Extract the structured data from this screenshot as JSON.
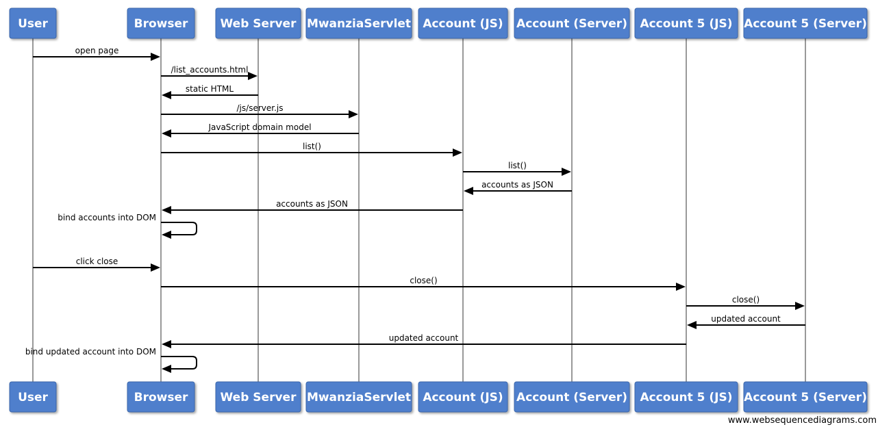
{
  "participants": [
    "User",
    "Browser",
    "Web Server",
    "MwanziaServlet",
    "Account (JS)",
    "Account (Server)",
    "Account 5 (JS)",
    "Account 5 (Server)"
  ],
  "messages": [
    {
      "from": "User",
      "to": "Browser",
      "label": "open page"
    },
    {
      "from": "Browser",
      "to": "Web Server",
      "label": "/list_accounts.html"
    },
    {
      "from": "Web Server",
      "to": "Browser",
      "label": "static HTML"
    },
    {
      "from": "Browser",
      "to": "MwanziaServlet",
      "label": "/js/server.js"
    },
    {
      "from": "MwanziaServlet",
      "to": "Browser",
      "label": "JavaScript domain model"
    },
    {
      "from": "Browser",
      "to": "Account (JS)",
      "label": "list()"
    },
    {
      "from": "Account (JS)",
      "to": "Account (Server)",
      "label": "list()"
    },
    {
      "from": "Account (Server)",
      "to": "Account (JS)",
      "label": "accounts as JSON"
    },
    {
      "from": "Account (JS)",
      "to": "Browser",
      "label": "accounts as JSON"
    },
    {
      "from": "Browser",
      "to": "Browser",
      "label": "bind accounts into DOM"
    },
    {
      "from": "User",
      "to": "Browser",
      "label": "click close"
    },
    {
      "from": "Browser",
      "to": "Account 5 (JS)",
      "label": "close()"
    },
    {
      "from": "Account 5 (JS)",
      "to": "Account 5 (Server)",
      "label": "close()"
    },
    {
      "from": "Account 5 (Server)",
      "to": "Account 5 (JS)",
      "label": "updated account"
    },
    {
      "from": "Account 5 (JS)",
      "to": "Browser",
      "label": "updated account"
    },
    {
      "from": "Browser",
      "to": "Browser",
      "label": "bind updated account into DOM"
    }
  ],
  "watermark": "www.websequencediagrams.com",
  "colors": {
    "participant_fill": "#4f7fcc",
    "participant_text": "#ffffff",
    "lifeline": "#999999",
    "arrow": "#000000"
  }
}
